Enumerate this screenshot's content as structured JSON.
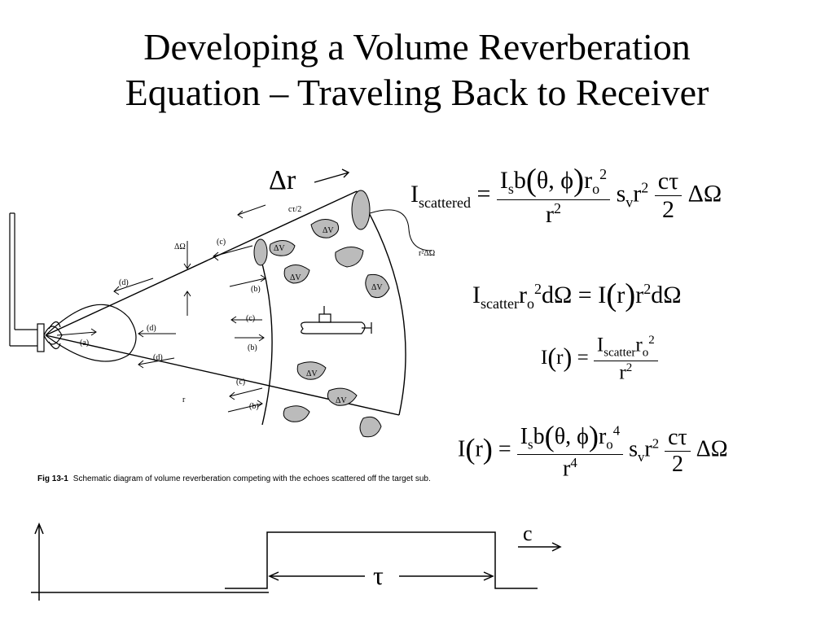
{
  "slide": {
    "title_line1": "Developing a Volume Reverberation",
    "title_line2": "Equation – Traveling Back to Receiver"
  },
  "figure": {
    "delta_r": "Δr",
    "caption_label": "Fig 13-1",
    "caption_text": "Schematic diagram of volume reverberation competing with the echoes scattered off the target sub.",
    "ctau_half": "cτ/2",
    "delta_omega": "ΔΩ",
    "r2_delta_omega": "r²ΔΩ",
    "r": "r",
    "delta_v": "ΔV",
    "label_a": "(a)",
    "label_b": "(b)",
    "label_c": "(c)",
    "label_d": "(d)"
  },
  "equations": {
    "eq1_lhs": "I",
    "eq1_lhs_sub": "scattered",
    "eq1_num": "I",
    "eq1_num_sub": "s",
    "eq1_num_b": "b",
    "eq1_theta_phi": "θ, ϕ",
    "eq1_num_r": "r",
    "eq1_num_r_sub": "o",
    "eq1_num_r_sup": "2",
    "eq1_den": "r",
    "eq1_den_sup": "2",
    "eq1_s": "s",
    "eq1_s_sub": "v",
    "eq1_r": "r",
    "eq1_r_sup": "2",
    "eq1_ctau": "cτ",
    "eq1_two": "2",
    "eq1_domega": "ΔΩ",
    "eq2_I": "I",
    "eq2_I_sub": "scatter",
    "eq2_r": "r",
    "eq2_r_sub": "o",
    "eq2_r_sup": "2",
    "eq2_dOmega": "dΩ",
    "eq2_rhs_I": "I",
    "eq2_rhs_r": "r",
    "eq2_rhs_r2": "r",
    "eq2_rhs_r2_sup": "2",
    "eq2_rhs_dOmega": "dΩ",
    "eq3_lhs_I": "I",
    "eq3_lhs_r": "r",
    "eq3_num_I": "I",
    "eq3_num_sub": "scatter",
    "eq3_num_r": "r",
    "eq3_num_r_sub": "o",
    "eq3_num_r_sup": "2",
    "eq3_den": "r",
    "eq3_den_sup": "2",
    "eq4_lhs_I": "I",
    "eq4_lhs_r": "r",
    "eq4_num": "I",
    "eq4_num_sub": "s",
    "eq4_num_b": "b",
    "eq4_theta_phi": "θ, ϕ",
    "eq4_num_r": "r",
    "eq4_num_r_sub": "o",
    "eq4_num_r_sup": "4",
    "eq4_den": "r",
    "eq4_den_sup": "4",
    "eq4_s": "s",
    "eq4_s_sub": "v",
    "eq4_r": "r",
    "eq4_r_sup": "2",
    "eq4_ctau": "cτ",
    "eq4_two": "2",
    "eq4_domega": "ΔΩ"
  },
  "pulse": {
    "c_label": "c",
    "tau_label": "τ"
  }
}
